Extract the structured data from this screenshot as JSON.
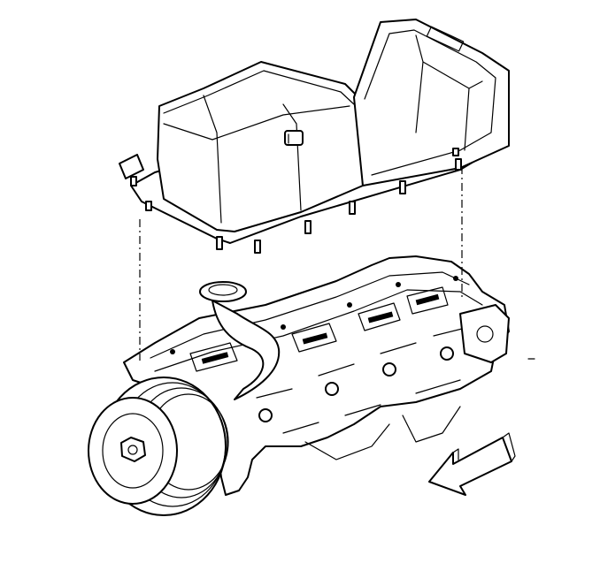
{
  "figure": {
    "kind": "exploded-line-drawing",
    "parts": [
      {
        "name": "oil-pan"
      },
      {
        "name": "engine-block"
      },
      {
        "name": "oil-pickup-tube"
      },
      {
        "name": "crankshaft-balancer"
      }
    ],
    "ink_color": "#000000",
    "paper_color": "#ffffff",
    "direction_icon": "front-direction-arrow-icon"
  }
}
